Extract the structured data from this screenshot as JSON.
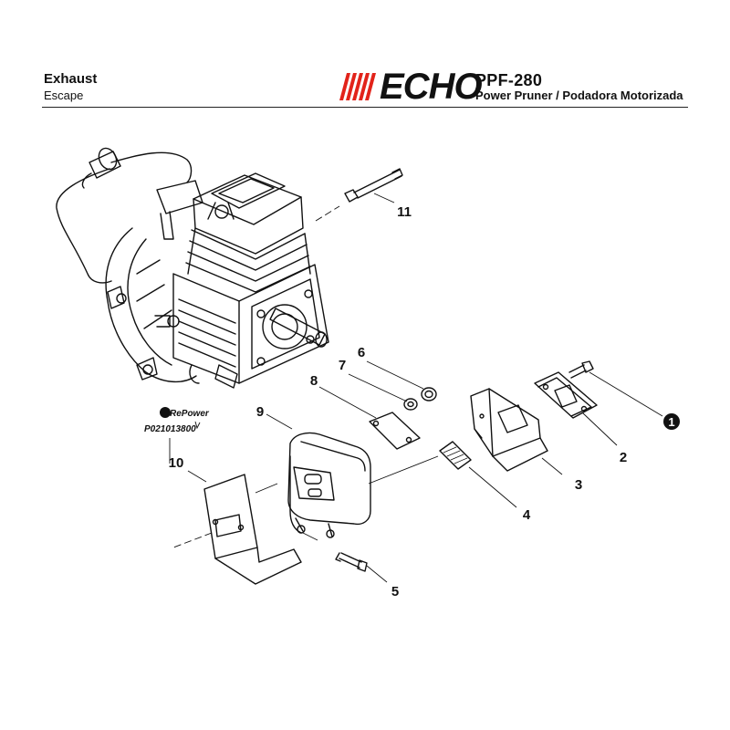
{
  "header": {
    "section_title": "Exhaust",
    "section_title_es": "Escape",
    "brand": "ECHO",
    "model": "PPF-280",
    "product_name": "Power Pruner / Podadora Motorizada"
  },
  "repower": {
    "brand_label": "RePower",
    "part_number": "P021013800"
  },
  "callouts": {
    "c1": "1",
    "c2": "2",
    "c3": "3",
    "c4": "4",
    "c5": "5",
    "c6": "6",
    "c7": "7",
    "c8": "8",
    "c9": "9",
    "c10": "10",
    "c11": "11"
  },
  "colors": {
    "ink": "#111111",
    "logo_red": "#e2231a",
    "background": "#ffffff"
  }
}
